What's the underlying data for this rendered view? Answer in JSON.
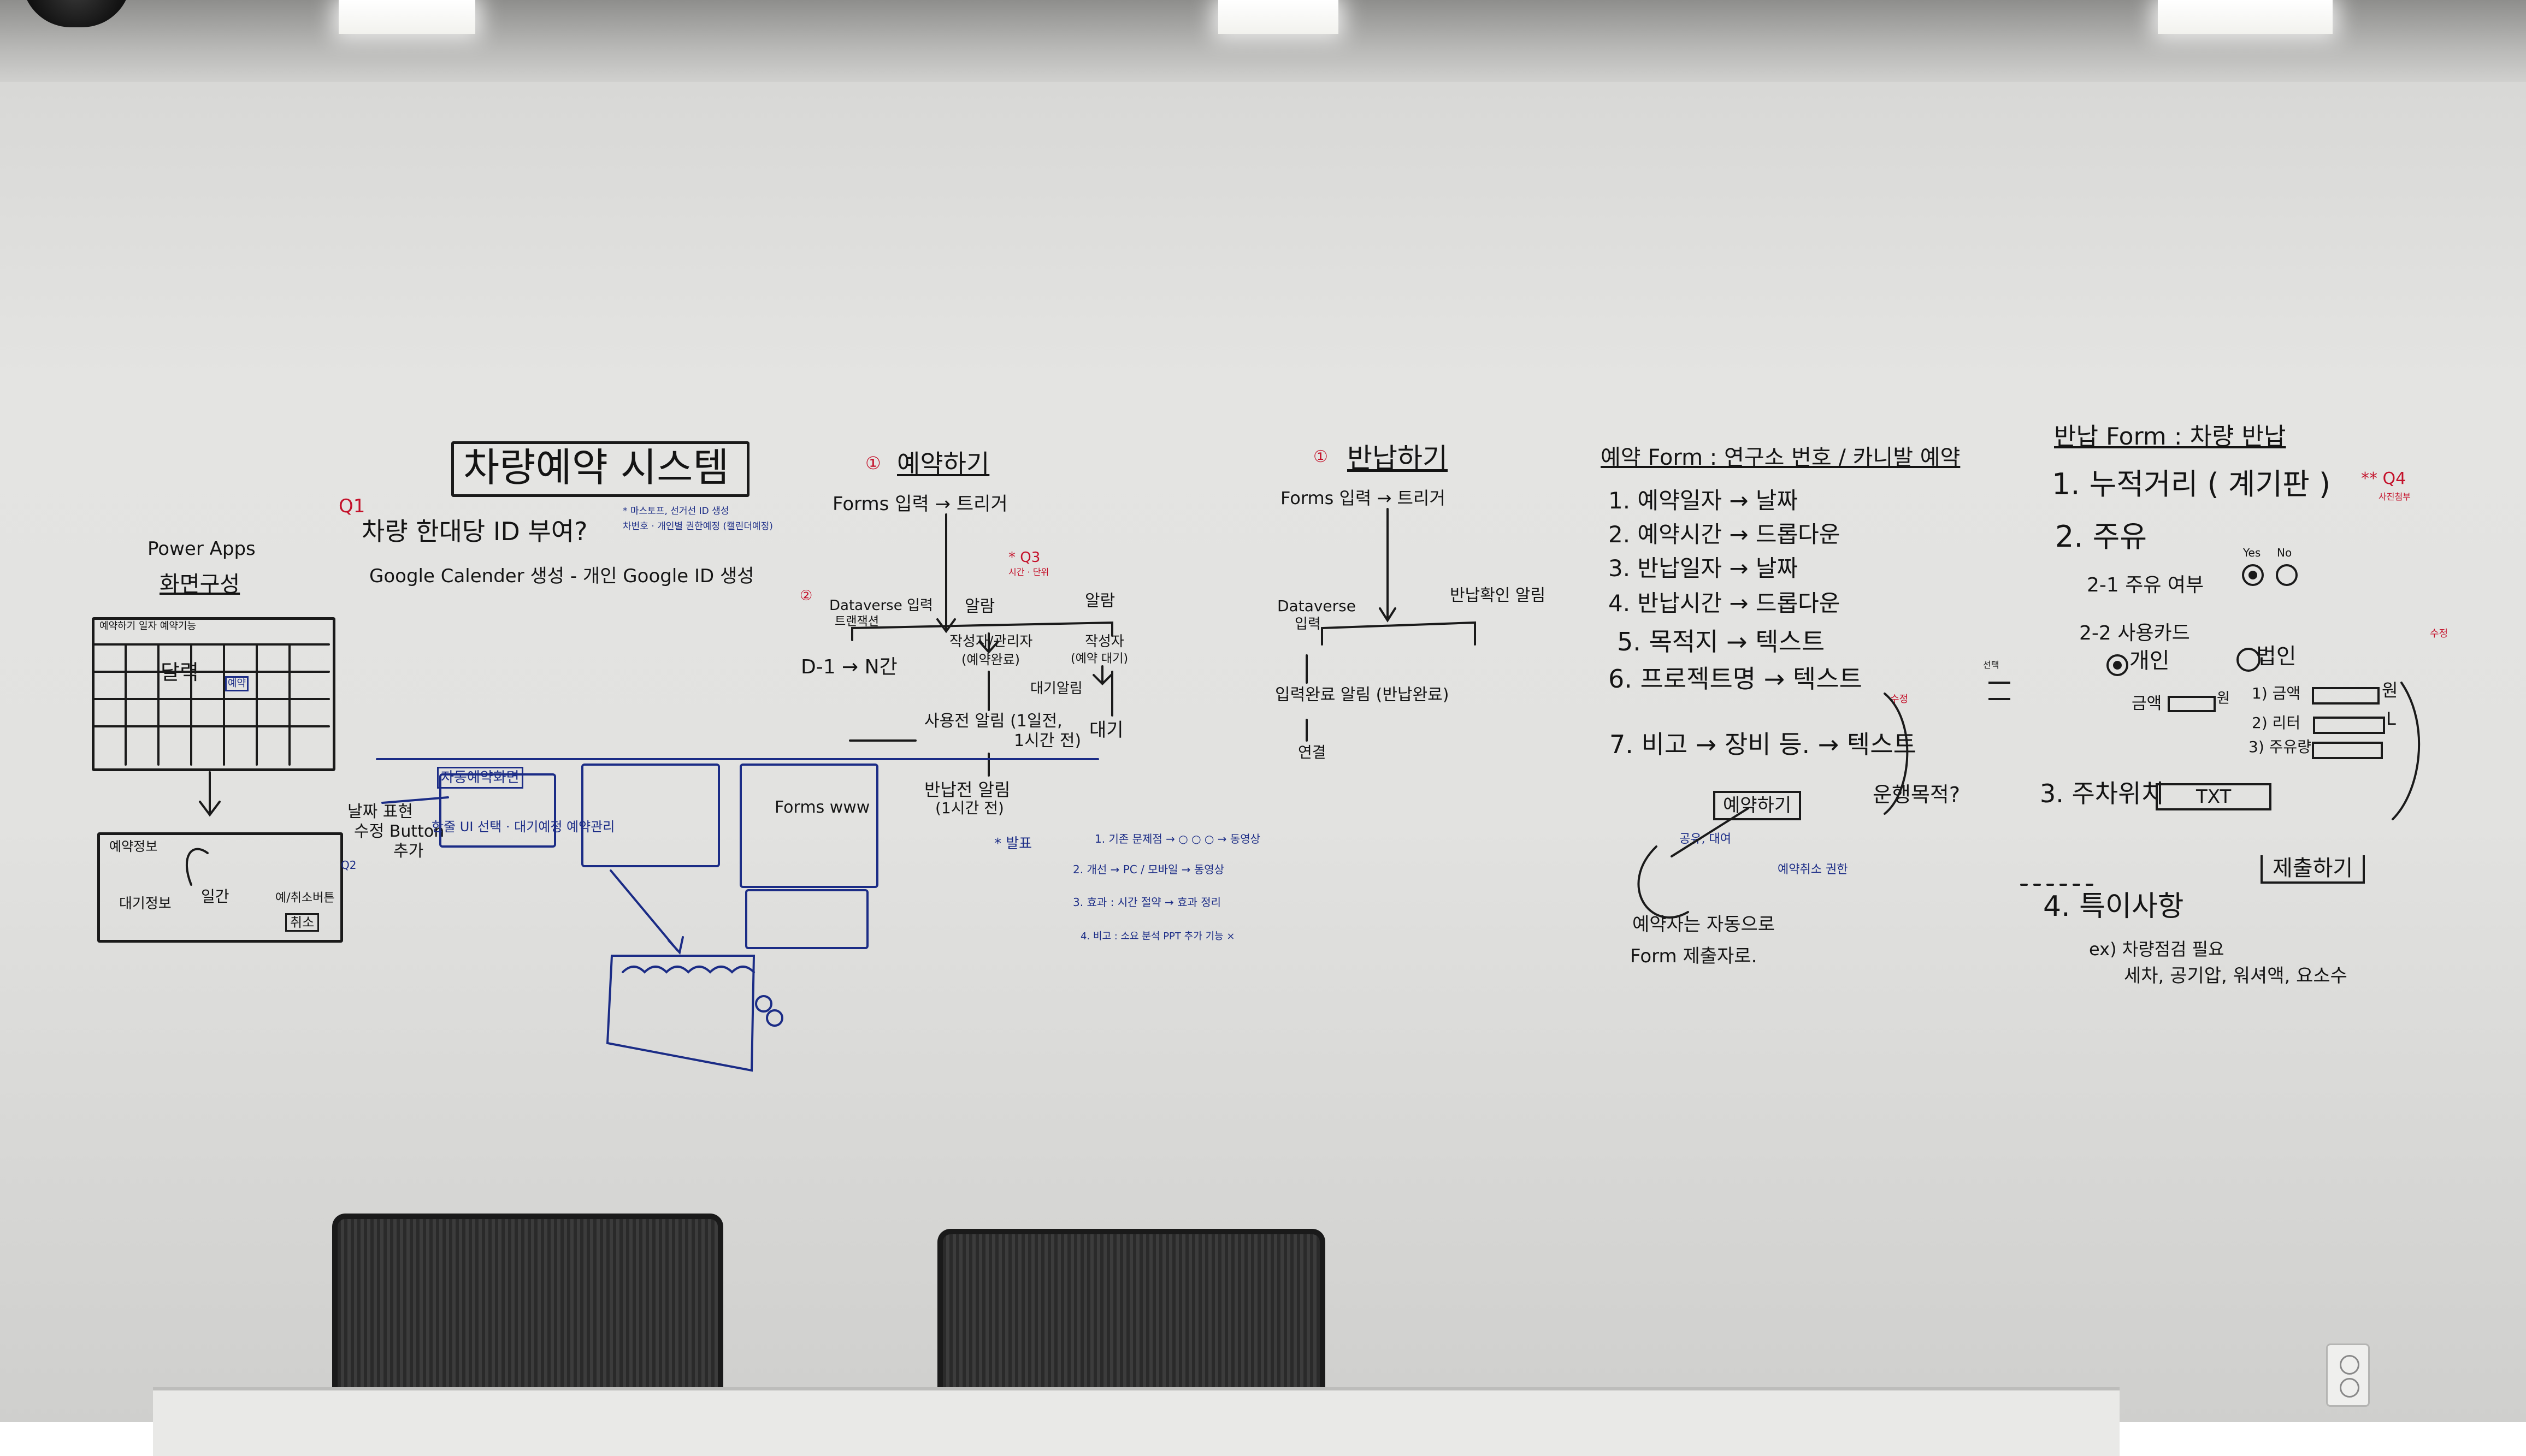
{
  "whiteboard": {
    "title": "차량예약 시스템",
    "q1_label": "Q1",
    "q1_text": "차량 한대당 ID 부여?",
    "q1_note_a": "* 마스토프, 선거선 ID 생성",
    "q1_note_b": "차번호 · 개인별 권한예정 (캘린더예정)",
    "google_line": "Google Calender 생성 - 개인 Google ID 생성",
    "power_apps": "Power Apps",
    "screen_layout": "화면구성",
    "wireframe_header": "예약하기  일자  예약기능",
    "wireframe_month": "달력",
    "wireframe_badge": "예약",
    "wireframe2_title": "예약정보",
    "wireframe2_left": "대기정보",
    "wireframe2_mid": "일간",
    "wireframe2_right": "예/취소버튼",
    "wireframe2_button": "취소",
    "note_left_1": "날짜 표현",
    "note_left_2": "수정 Button",
    "note_left_3": "추가",
    "q2_label": "Q2",
    "mock_label": "자동예약화면",
    "mock_note": "한줄 UI 선택 · 대기예정 예약관리",
    "forms_www": "Forms www",
    "reserve": {
      "circle_num": "①",
      "title": "예약하기",
      "trigger": "Forms 입력 → 트리거",
      "q3": "* Q3",
      "q3_sub": "시간 · 단위",
      "datastore_mark": "②",
      "branch_a": "Dataverse 입력",
      "branch_a2": "트랜잭션",
      "branch_b": "알람",
      "branch_c": "알람",
      "branch_b2": "작성자/관리자",
      "branch_b3": "(예약완료)",
      "branch_c2": "작성자",
      "branch_c3": "(예약 대기)",
      "time_slot": "D-1 → N간",
      "waiting": "대기",
      "remind": "대기알림",
      "before_use": "사용전 알림 (1일전,",
      "before_use2": "1시간 전)",
      "before_return": "반납전 알림",
      "before_return2": "(1시간 전)"
    },
    "returning": {
      "circle_num": "①",
      "title": "반납하기",
      "trigger": "Forms 입력 → 트리거",
      "branch_a": "Dataverse",
      "branch_a2": "입력",
      "branch_b": "반납확인 알림",
      "step_1": "입력완료 알림 (반납완료)",
      "step_2": "연결"
    },
    "release_steps": {
      "title": "* 발표",
      "s1": "1. 기존 문제점 → ○ ○ ○ → 동영상",
      "s2": "2. 개선 → PC / 모바일 → 동영상",
      "s3": "3. 효과 : 시간 절약 → 효과 정리",
      "s4": "4. 비고 : 소요 분석 PPT   추가 기능 ×"
    },
    "reserve_form": {
      "title": "예약 Form : 연구소 번호 / 카니발 예약",
      "f1": "1. 예약일자 → 날짜",
      "f2": "2. 예약시간 → 드롭다운",
      "f3": "3. 반납일자 → 날짜",
      "f4": "4. 반납시간 → 드롭다운",
      "f5": "5. 목적지  → 텍스트",
      "f6": "6. 프로젝트명 → 텍스트",
      "f7": "7. 비고 → 장비 등. → 텍스트",
      "submit": "예약하기",
      "purpose_q": "운행목적?",
      "auto_1": "예약자는 자동으로",
      "auto_2": "Form 제출자로.",
      "side_a": "공유, 대여",
      "side_b": "예약취소 권한",
      "side_mark": "수정"
    },
    "return_form": {
      "title": "반납 Form : 차량 반납",
      "q4": "** Q4",
      "q4_sub": "사진첨부",
      "r1": "1. 누적거리 ( 계기판 )",
      "r2": "2. 주유",
      "r2_1": "2-1 주유 여부",
      "yes": "Yes",
      "no": "No",
      "r2_2": "2-2 사용카드",
      "personal": "개인",
      "corporate": "법인",
      "amount": "금액",
      "amount_unit": "원",
      "o1": "1) 금액",
      "o1_unit": "원",
      "o2": "2) 리터",
      "o2_unit": "L",
      "o3": "3) 주유량",
      "r3": "3. 주차위치",
      "r3_field": "TXT",
      "side_mark": "수정",
      "select_label": "선택",
      "submit": "제출하기",
      "r4": "4. 특이사항",
      "r4_ex": "ex) 차량점검 필요",
      "r4_ex2": "세차, 공기압, 워셔액, 요소수"
    }
  }
}
